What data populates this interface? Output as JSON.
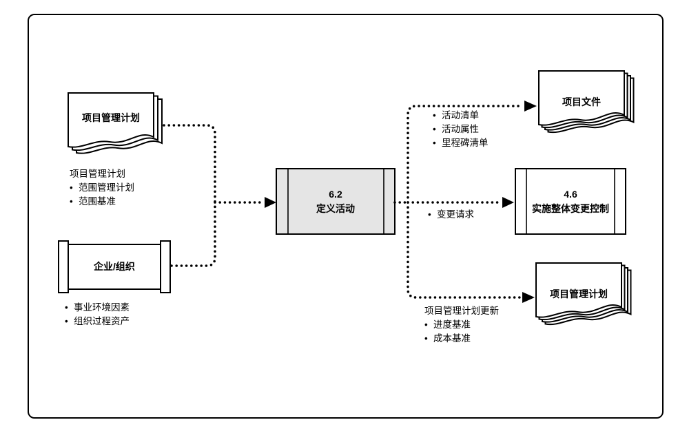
{
  "diagram": {
    "process": {
      "id": "6.2",
      "name": "定义活动"
    },
    "inputs": [
      {
        "shape": "document",
        "label": "项目管理计划",
        "notes_header": "项目管理计划",
        "notes": [
          "范围管理计划",
          "范围基准"
        ]
      },
      {
        "shape": "organization",
        "label": "企业/组织",
        "notes": [
          "事业环境因素",
          "组织过程资产"
        ]
      }
    ],
    "outputs": [
      {
        "shape": "document",
        "label": "项目文件",
        "notes": [
          "活动清单",
          "活动属性",
          "里程碑清单"
        ]
      },
      {
        "shape": "process",
        "id": "4.6",
        "name": "实施整体变更控制",
        "notes": [
          "变更请求"
        ]
      },
      {
        "shape": "document",
        "label": "项目管理计划",
        "notes_header": "项目管理计划更新",
        "notes": [
          "进度基准",
          "成本基准"
        ]
      }
    ],
    "colors": {
      "stroke": "#000000",
      "process_fill": "#e5e5e5",
      "background": "#ffffff"
    }
  }
}
